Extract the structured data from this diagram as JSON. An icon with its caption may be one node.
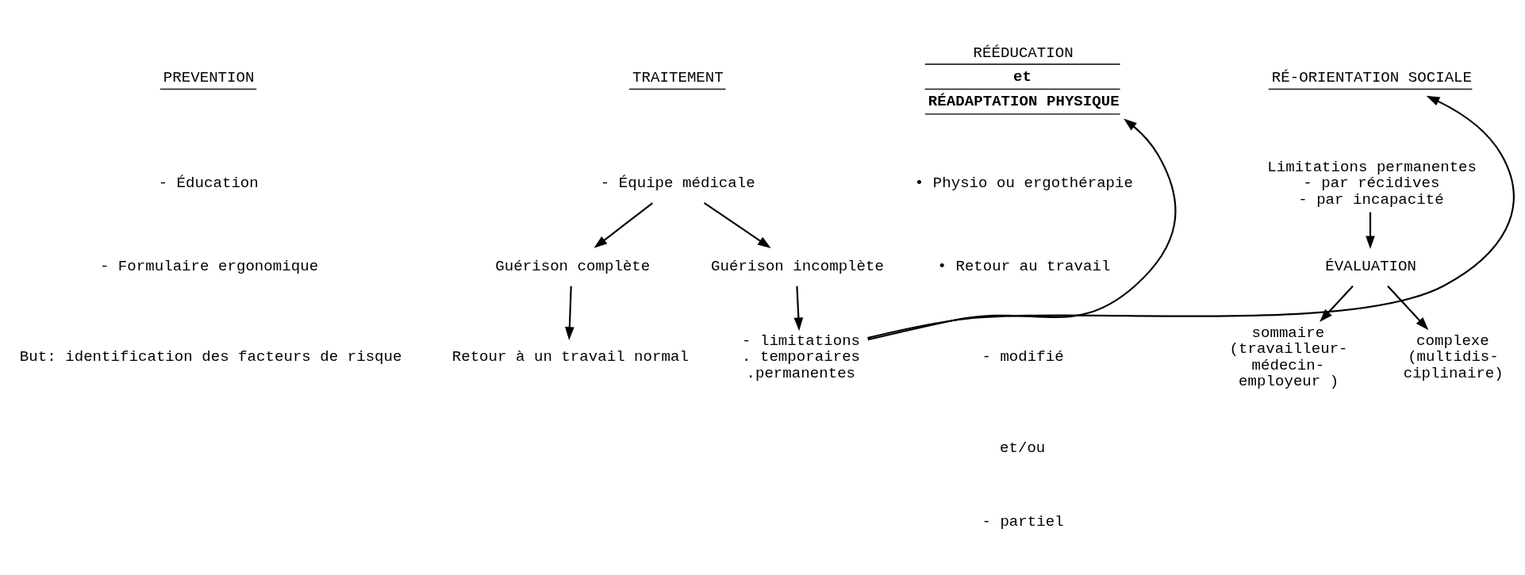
{
  "diagram": {
    "nodes": [
      {
        "text": [
          "PREVENTION"
        ]
      },
      {
        "text": [
          "TRAITEMENT"
        ]
      },
      {
        "text": [
          "RÉÉDUCATION",
          "et",
          "RÉADAPTATION PHYSIQUE"
        ]
      },
      {
        "text": [
          "RÉ-ORIENTATION SOCIALE"
        ]
      },
      {
        "text": [
          "- Équipe médicale"
        ]
      },
      {
        "text": [
          "Guérison complète"
        ]
      },
      {
        "text": [
          "Guérison incomplète"
        ]
      },
      {
        "text": [
          "Retour à un travail normal"
        ]
      },
      {
        "text": [
          "- limitations",
          ". temporaires",
          ".permanentes"
        ]
      },
      {
        "text": [
          "Limitations permanentes",
          "- par récidives",
          "- par incapacité"
        ]
      },
      {
        "text": [
          "ÉVALUATION"
        ]
      },
      {
        "text": [
          "sommaire",
          "(travailleur-",
          "médecin-",
          "employeur )"
        ]
      },
      {
        "text": [
          "complexe",
          "(multidis-",
          "ciplinaire)"
        ]
      }
    ],
    "edges": [
      {
        "from": 4,
        "to": 5,
        "arrow": "to"
      },
      {
        "from": 4,
        "to": 6,
        "arrow": "to"
      },
      {
        "from": 5,
        "to": 7,
        "arrow": "to"
      },
      {
        "from": 6,
        "to": 8,
        "arrow": "to"
      },
      {
        "from": 8,
        "to": 2,
        "arrow": "to"
      },
      {
        "from": 8,
        "to": 3,
        "arrow": "to"
      },
      {
        "from": 9,
        "to": 10,
        "arrow": "to"
      },
      {
        "from": 10,
        "to": 11,
        "arrow": "to"
      },
      {
        "from": 10,
        "to": 12,
        "arrow": "to"
      }
    ],
    "labels": [
      "- Éducation",
      "- Formulaire ergonomique",
      "But: identification des facteurs de risque",
      "• Physio ou ergothérapie",
      "• Retour au travail",
      "- modifié",
      "et/ou",
      "- partiel"
    ]
  }
}
